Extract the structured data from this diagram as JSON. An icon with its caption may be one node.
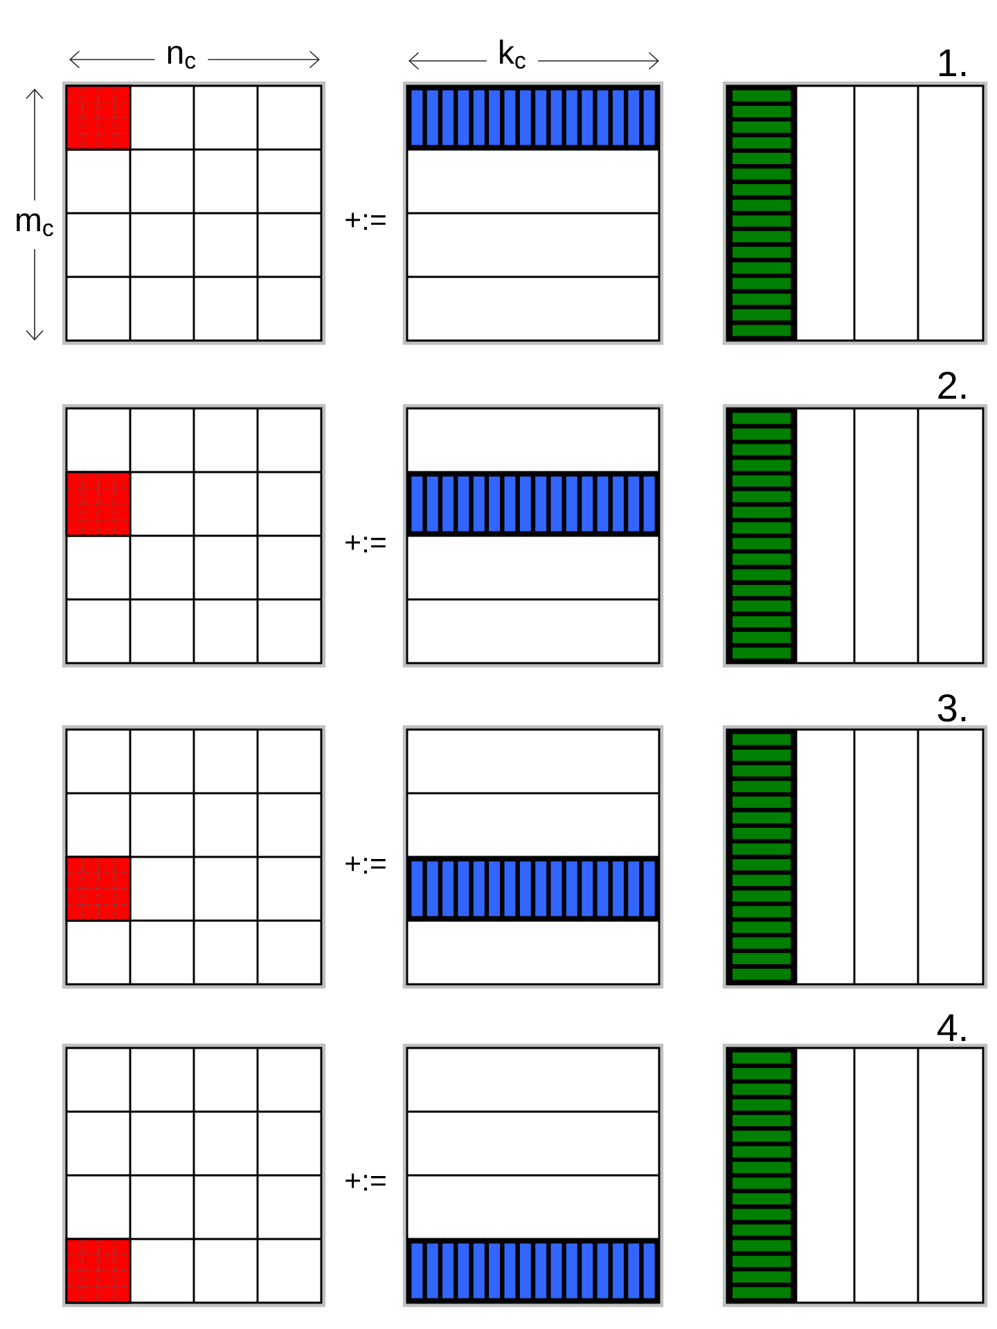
{
  "diagram": {
    "labels": [
      "n$_{c}$",
      "k$_{c}$",
      "1.",
      "m$_{c}$",
      "+:=",
      "2.",
      "+:=",
      "3.",
      "+:=",
      "4.",
      "+:="
    ]
  }
}
